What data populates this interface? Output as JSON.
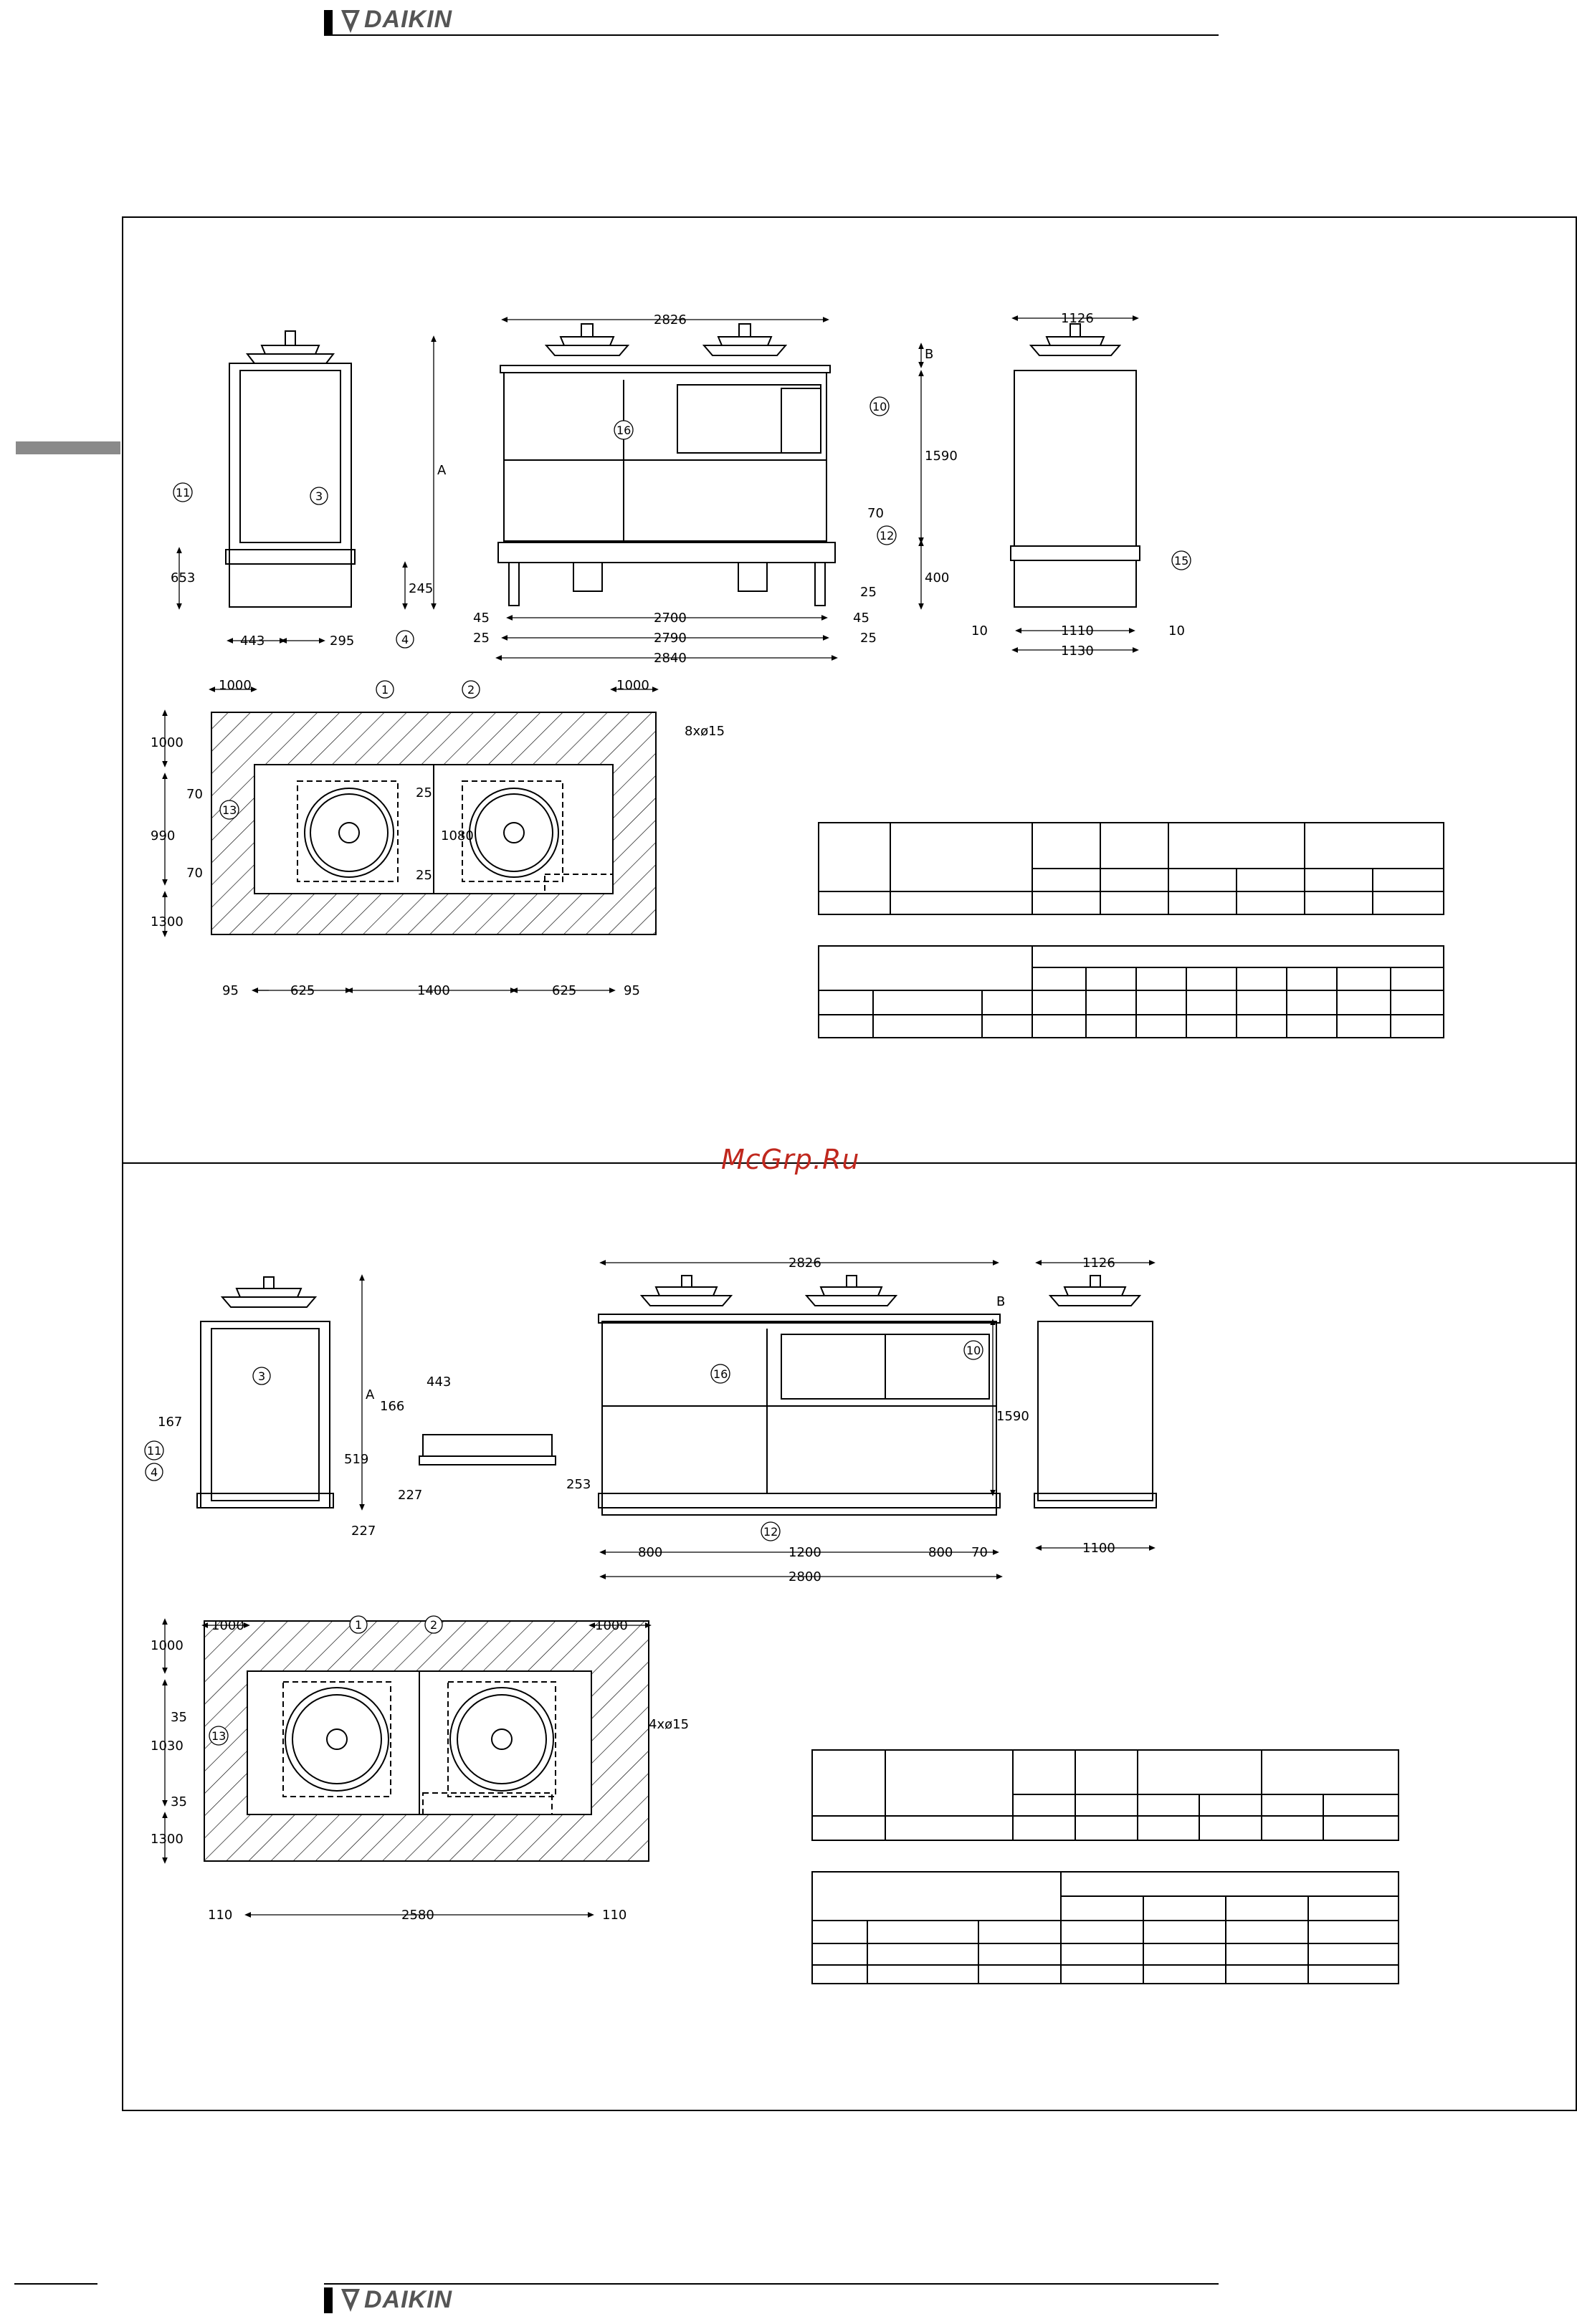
{
  "header": {
    "brand": "DAIKIN"
  },
  "footer": {
    "brand": "DAIKIN"
  },
  "watermark": "McGrp.Ru",
  "top_drawing": {
    "dims": {
      "overall_width": "2826",
      "depth": "1126",
      "height_label": "A",
      "b_label": "B",
      "d653": "653",
      "d245": "245",
      "d443": "443",
      "d295": "295",
      "d1590": "1590",
      "d400": "400",
      "d70": "70",
      "d45a": "45",
      "d45b": "45",
      "d25a": "25",
      "d25b": "25",
      "d25c": "25",
      "d2700": "2700",
      "d2790": "2790",
      "d2840": "2840",
      "d10a": "10",
      "d10b": "10",
      "d1110": "1110",
      "d1130": "1130",
      "plan_1000a": "1000",
      "plan_1000b": "1000",
      "plan_1000c": "1000",
      "plan_990": "990",
      "plan_70a": "70",
      "plan_70b": "70",
      "plan_1300": "1300",
      "plan_1080": "1080",
      "plan_25a": "25",
      "plan_25b": "25",
      "plan_95a": "95",
      "plan_95b": "95",
      "plan_625a": "625",
      "plan_625b": "625",
      "plan_1400": "1400",
      "holes": "8xø15"
    },
    "callouts": [
      "1",
      "2",
      "3",
      "4",
      "10",
      "11",
      "12",
      "13",
      "15",
      "16"
    ]
  },
  "bottom_drawing": {
    "dims": {
      "overall_width": "2826",
      "depth": "1126",
      "height_label": "A",
      "b_label": "B",
      "d167": "167",
      "d519": "519",
      "d227a": "227",
      "d166": "166",
      "d443": "443",
      "d227b": "227",
      "d253": "253",
      "d1590": "1590",
      "d800a": "800",
      "d1200": "1200",
      "d800b": "800",
      "d70": "70",
      "d2800": "2800",
      "d1100": "1100",
      "plan_1000a": "1000",
      "plan_1000b": "1000",
      "plan_1000c": "1000",
      "plan_35a": "35",
      "plan_1030": "1030",
      "plan_35b": "35",
      "plan_1300": "1300",
      "plan_110a": "110",
      "plan_2580": "2580",
      "plan_110b": "110",
      "holes": "4xø15"
    },
    "callouts": [
      "1",
      "2",
      "3",
      "4",
      "10",
      "11",
      "12",
      "13",
      "16"
    ]
  }
}
